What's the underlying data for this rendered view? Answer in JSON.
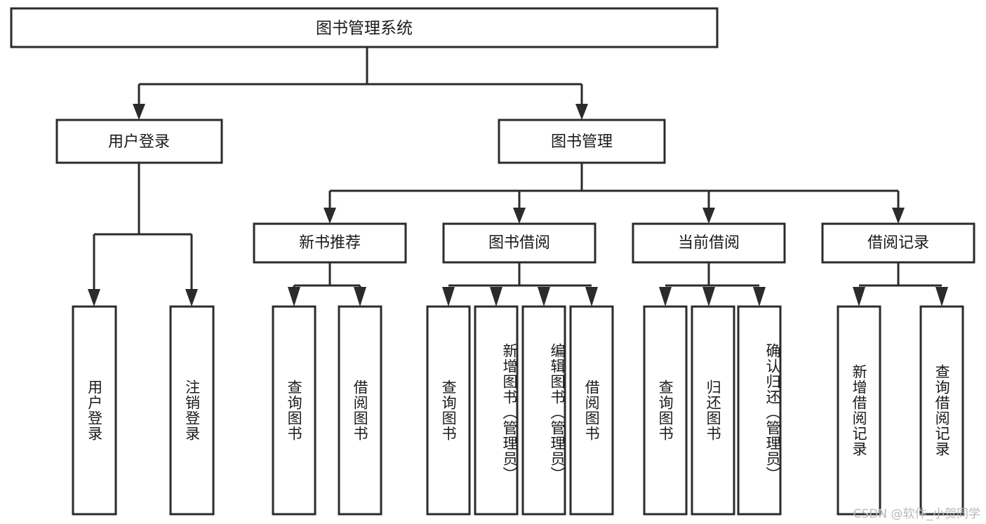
{
  "diagram": {
    "title": "图书管理系统",
    "type": "tree-hierarchy",
    "orientation": "top-down",
    "colors": {
      "box_fill": "#ffffff",
      "box_stroke": "#2b2b2b",
      "text": "#1a1a1a",
      "background": "#ffffff",
      "watermark": "#b9b9b9"
    },
    "levels": {
      "level1": [
        "图书管理系统"
      ],
      "level2": [
        "用户登录",
        "图书管理"
      ],
      "level3": [
        "新书推荐",
        "图书借阅",
        "当前借阅",
        "借阅记录"
      ],
      "level4": [
        "用户登录",
        "注销登录",
        "查询图书",
        "借阅图书",
        "查询图书",
        "新增图书（管理员）",
        "编辑图书（管理员）",
        "借阅图书",
        "查询图书",
        "归还图书",
        "确认归还（管理员）",
        "新增借阅记录",
        "查询借阅记录"
      ]
    }
  },
  "nodes": {
    "root": {
      "label": "图书管理系统"
    },
    "user_login": {
      "label": "用户登录"
    },
    "book_manage": {
      "label": "图书管理"
    },
    "new_book_rec": {
      "label": "新书推荐"
    },
    "book_borrow": {
      "label": "图书借阅"
    },
    "current_borrow": {
      "label": "当前借阅"
    },
    "borrow_record": {
      "label": "借阅记录"
    },
    "leaf_user_login": {
      "label": "用户登录"
    },
    "leaf_logout": {
      "label": "注销登录"
    },
    "leaf_query_book_a": {
      "label": "查询图书"
    },
    "leaf_borrow_book_a": {
      "label": "借阅图书"
    },
    "leaf_query_book_b": {
      "label": "查询图书"
    },
    "leaf_add_book": {
      "label": "新增图书（管理员）"
    },
    "leaf_edit_book": {
      "label": "编辑图书（管理员）"
    },
    "leaf_borrow_book_b": {
      "label": "借阅图书"
    },
    "leaf_query_book_c": {
      "label": "查询图书"
    },
    "leaf_return_book": {
      "label": "归还图书"
    },
    "leaf_confirm_return": {
      "label": "确认归还（管理员）"
    },
    "leaf_add_record": {
      "label": "新增借阅记录"
    },
    "leaf_query_record": {
      "label": "查询借阅记录"
    }
  },
  "watermark": {
    "text": "CSDN @软件_小贺同学"
  }
}
